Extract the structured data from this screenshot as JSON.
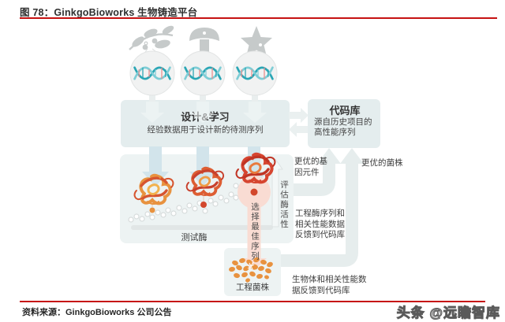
{
  "page": {
    "figure_title": "图 78：GinkgoBioworks 生物铸造平台",
    "source_note": "资料来源：GinkgoBioworks 公司公告",
    "watermark": "头条 @远瞻智库",
    "accent_red": "#c61212"
  },
  "diagram": {
    "design_learn": {
      "title": "设计&学习",
      "desc": "经验数据用于设计新的待测序列"
    },
    "code_library": {
      "title": "代码库",
      "desc": "源自历史项目的高性能序列"
    },
    "test_area": {
      "axis_label": "测试酶",
      "select_label": "选择最佳序列",
      "evaluate_label": "评估酶活性"
    },
    "strain_box_label": "工程菌株",
    "feedback_labels": {
      "better_elements": "更优的基\n因元件",
      "better_strains": "更优的菌株",
      "enzyme_feedback": "工程酶序列和\n相关性能数据\n反馈到代码库",
      "organism_feedback": "生物体和相关性能数\n据反馈到代码库"
    },
    "organism_icons": [
      "plant-branch",
      "mushroom",
      "starfish"
    ],
    "colors": {
      "box_fill": "#e4edee",
      "panel_fill": "#edf3f3",
      "dna_teal": "#2aa6b5",
      "dna_light": "#7ecdd6",
      "down_arrow_blue": "#d2e4eb",
      "pipe_gray": "#e6eded",
      "pink": "#f9dcd3",
      "red_dot": "#d2472c",
      "orange_cell": "#e8923f",
      "icon_gray": "#c6caca"
    }
  }
}
